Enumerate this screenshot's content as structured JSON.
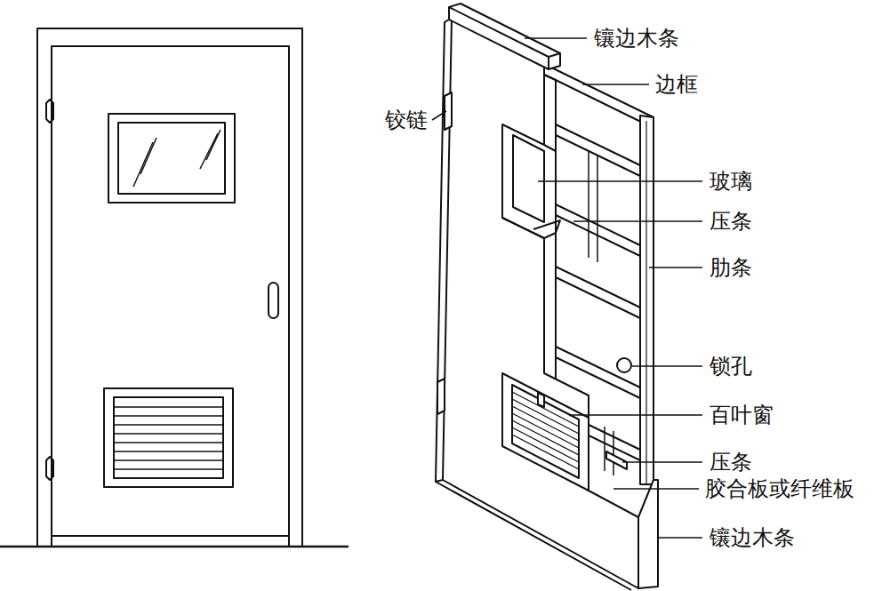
{
  "diagram": {
    "labels": [
      "镶边木条",
      "边框",
      "铰链",
      "玻璃",
      "压条",
      "肋条",
      "锁孔",
      "百叶窗",
      "压条",
      "胶合板或纤维板",
      "镶边木条"
    ]
  }
}
